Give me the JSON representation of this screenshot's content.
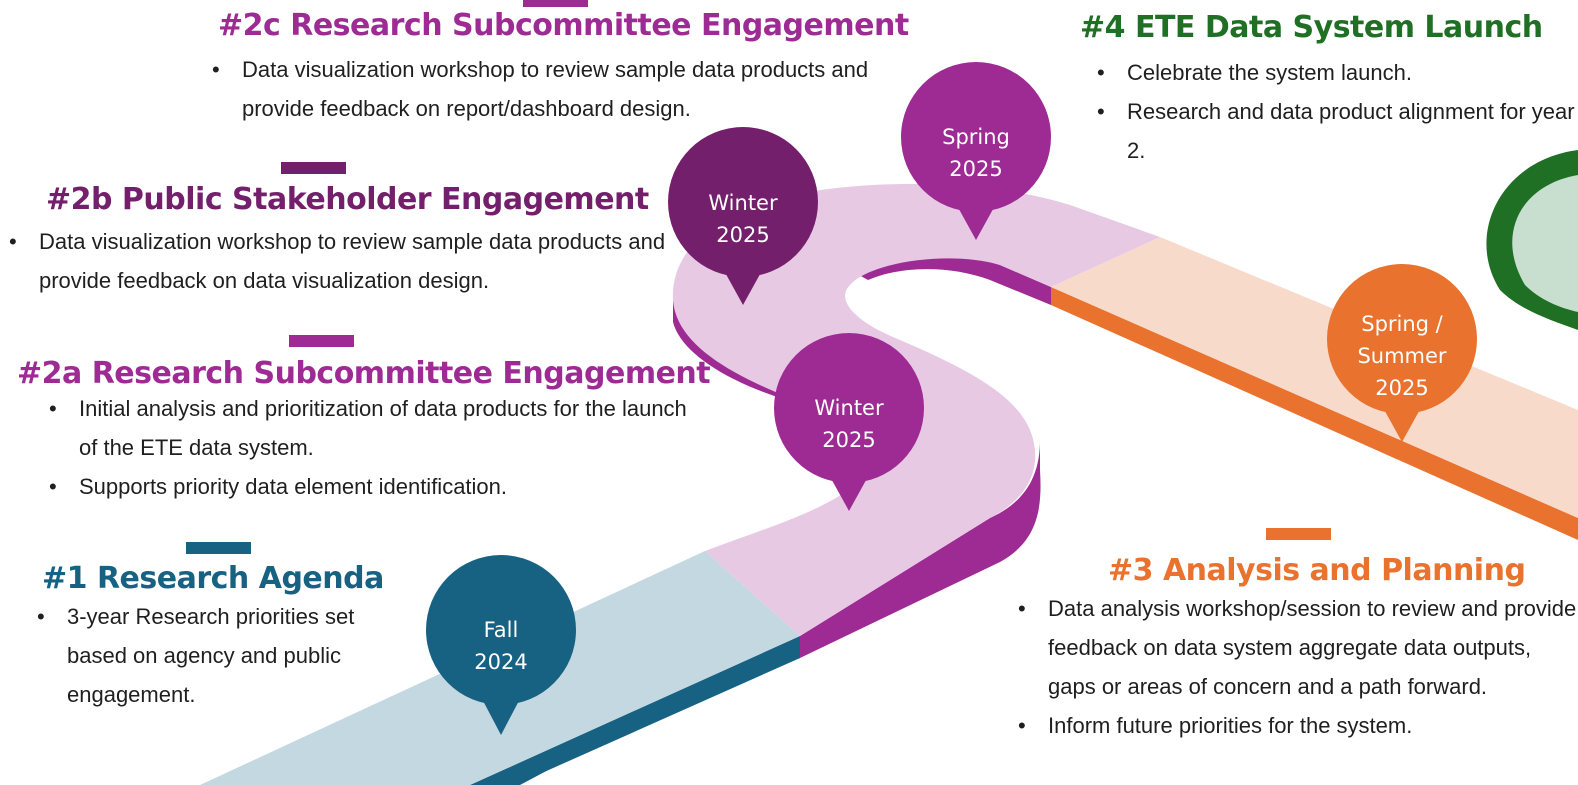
{
  "colors": {
    "teal": "#176183",
    "teal_light": "#c3d8e1",
    "purple": "#9e2b94",
    "purple_dark": "#741f6c",
    "lavender": "#e7c9e4",
    "orange": "#e8722e",
    "peach": "#f8dacb",
    "green": "#1f6f24",
    "green_light": "#c8dfd0"
  },
  "milestones": [
    {
      "heading": "#1 Research Agenda",
      "bullets": [
        "3-year Research priorities set based on agency and public engagement."
      ]
    },
    {
      "heading": "#2a Research Subcommittee Engagement",
      "bullets": [
        "Initial analysis and prioritization of data products for the launch of the ETE data system.",
        "Supports priority data element identification."
      ]
    },
    {
      "heading": "#2b Public Stakeholder Engagement",
      "bullets": [
        "Data visualization workshop to review sample data products and provide feedback on data visualization design."
      ]
    },
    {
      "heading": "#2c Research Subcommittee Engagement",
      "bullets": [
        "Data visualization workshop to review sample data products and provide feedback on report/dashboard design."
      ]
    },
    {
      "heading": "#3 Analysis and Planning",
      "bullets": [
        "Data analysis workshop/session to review and provide feedback on data system aggregate data outputs, gaps or areas of concern and a path forward.",
        "Inform  future priorities for the system."
      ]
    },
    {
      "heading": "#4 ETE Data System Launch",
      "bullets": [
        "Celebrate the system launch.",
        "Research and data product alignment for year 2."
      ]
    }
  ],
  "pins": [
    {
      "line1": "Fall",
      "line2": "2024"
    },
    {
      "line1": "Winter",
      "line2": "2025"
    },
    {
      "line1": "Winter",
      "line2": "2025"
    },
    {
      "line1": "Spring",
      "line2": "2025"
    },
    {
      "line1": "Spring /",
      "line2": "Summer",
      "line3": "2025"
    }
  ]
}
